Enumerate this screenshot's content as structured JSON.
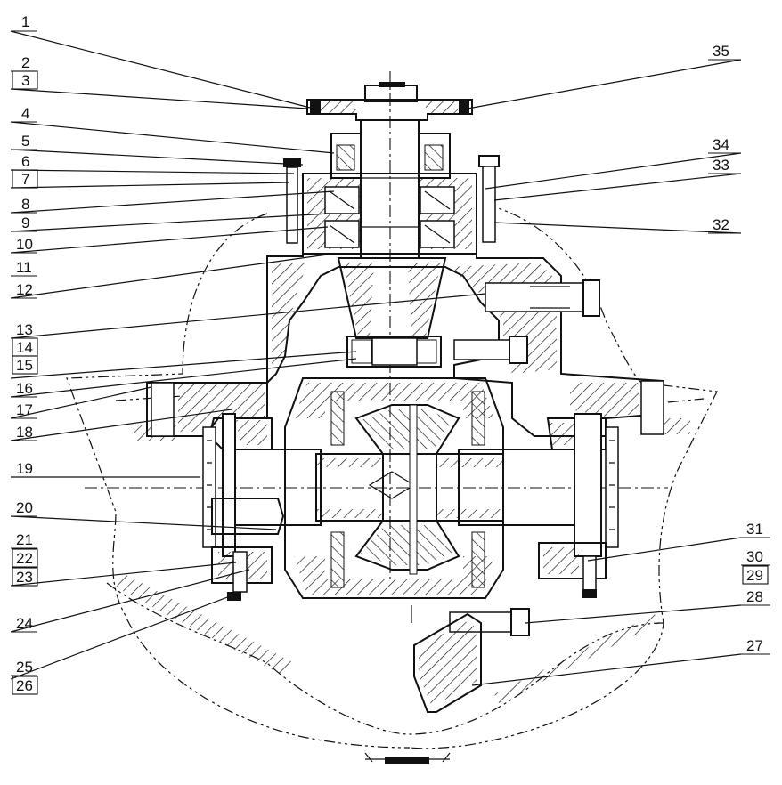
{
  "labels_left": [
    "1",
    "2",
    "3",
    "4",
    "5",
    "6",
    "7",
    "8",
    "9",
    "10",
    "11",
    "12",
    "13",
    "14",
    "15",
    "16",
    "17",
    "18",
    "19",
    "20",
    "21",
    "22",
    "23",
    "24",
    "25",
    "26"
  ],
  "labels_right": [
    "35",
    "34",
    "33",
    "32",
    "31",
    "30",
    "29",
    "28",
    "27"
  ],
  "boxed_labels": [
    "3",
    "7",
    "14",
    "15",
    "22",
    "23",
    "26",
    "29"
  ]
}
